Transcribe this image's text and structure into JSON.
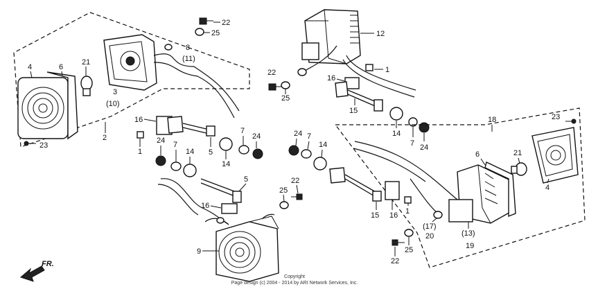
{
  "callouts": {
    "top_left": {
      "n4": "4",
      "n6": "6",
      "n21": "21",
      "n3": "3",
      "n10": "(10)",
      "n8": "8",
      "n11": "(11)",
      "n22": "22",
      "n25": "25",
      "n2": "2",
      "n23": "23"
    },
    "top_right": {
      "n12": "12",
      "n1": "1",
      "n22": "22",
      "n25": "25",
      "n16": "16",
      "n15": "15",
      "n14": "14",
      "n7": "7",
      "n24": "24",
      "n18": "18",
      "n23": "23"
    },
    "middle_left": {
      "n16": "16",
      "n1": "1",
      "n24": "24",
      "n7": "7",
      "n14": "14",
      "n5a": "5",
      "n7b": "7",
      "n24b": "24",
      "n14b": "14",
      "n5b": "5",
      "n16b": "16"
    },
    "middle_right": {
      "n24": "24",
      "n7": "7",
      "n14": "14",
      "n25": "25",
      "n22": "22",
      "n15": "15",
      "n16": "16",
      "n1": "1",
      "n17": "(17)",
      "n20": "20",
      "n13": "(13)",
      "n19": "19",
      "n6": "6",
      "n21": "21",
      "n4": "4"
    },
    "bottom": {
      "n9": "9",
      "n22": "22",
      "n25": "25"
    }
  },
  "direction_label": "FR.",
  "copyright": {
    "line1": "Copyright",
    "line2": "Page design (c) 2004 - 2014 by ARI Network Services, Inc."
  }
}
